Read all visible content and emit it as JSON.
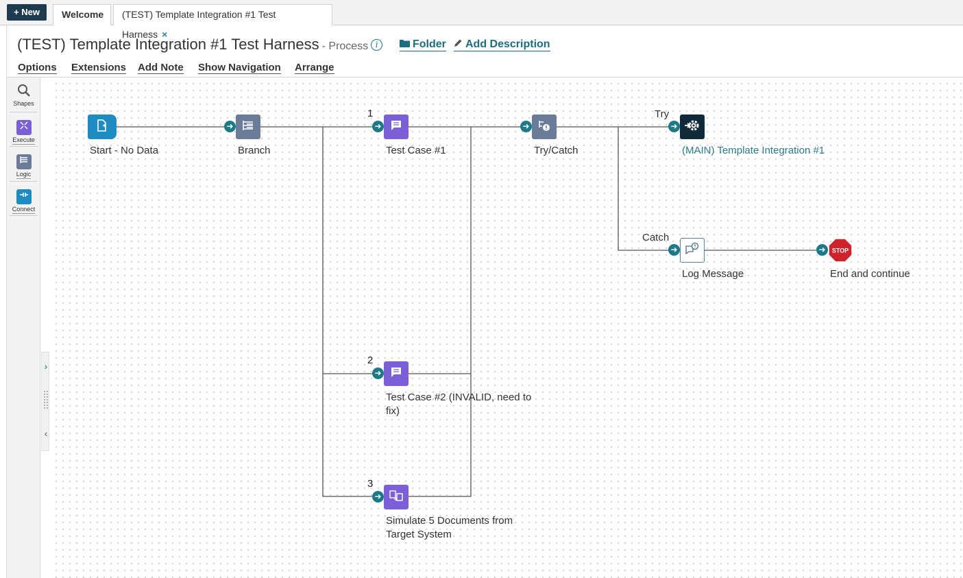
{
  "topbar": {
    "new_label": "+ New",
    "tabs": [
      {
        "label": "Welcome"
      },
      {
        "label": "(TEST) Template Integration #1 Test Harness",
        "close": "×"
      }
    ]
  },
  "header": {
    "title": "(TEST) Template Integration #1 Test Harness",
    "type": "- Process",
    "info": "i",
    "folder_link": "Folder",
    "add_description_link": "Add Description"
  },
  "menu": [
    "Options",
    "Extensions",
    "Add Note",
    "Show Navigation",
    "Arrange"
  ],
  "palette": [
    {
      "label": "Shapes",
      "icon": "search-icon"
    },
    {
      "label": "Execute",
      "icon": "execute-icon",
      "color": "#7b5fd9"
    },
    {
      "label": "Logic",
      "icon": "logic-icon",
      "color": "#6b7c99"
    },
    {
      "label": "Connect",
      "icon": "connect-icon",
      "color": "#1e8bc3"
    }
  ],
  "canvas": {
    "shapes": {
      "start": {
        "label": "Start - No Data"
      },
      "branch": {
        "label": "Branch"
      },
      "test_case_1": {
        "label": "Test Case #1"
      },
      "test_case_2": {
        "label": "Test Case #2 (INVALID, need to fix)"
      },
      "simulate": {
        "label": "Simulate 5 Documents from Target System"
      },
      "try_catch": {
        "label": "Try/Catch"
      },
      "main_process": {
        "label": "(MAIN) Template Integration #1"
      },
      "log_message": {
        "label": "Log Message"
      },
      "stop": {
        "label": "End and continue",
        "badge": "STOP"
      }
    },
    "branch_numbers": [
      "1",
      "2",
      "3"
    ],
    "path_labels": {
      "try": "Try",
      "catch": "Catch"
    }
  },
  "colors": {
    "accent": "#1a7a8a",
    "execute": "#7b5fd9",
    "logic": "#6b7c99",
    "start": "#1e8bc3",
    "stop": "#d0222b"
  }
}
